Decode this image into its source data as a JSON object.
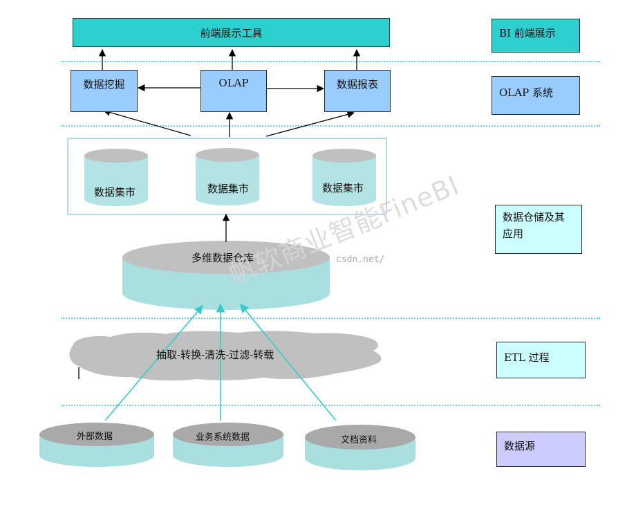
{
  "top_box": "前端展示工具",
  "olap_layer": {
    "left": "数据挖掘",
    "center": "OLAP",
    "right": "数据报表"
  },
  "data_marts": [
    "数据集市",
    "数据集市",
    "数据集市"
  ],
  "warehouse": "多维数据仓库",
  "etl": "抽取-转换-清洗-过滤-转载",
  "sources": [
    "外部数据",
    "业务系统数据",
    "文档资料"
  ],
  "side_labels": {
    "bi": "BI 前端展示",
    "olap": "OLAP 系统",
    "warehouse": "数据仓储及其应用",
    "etl": "ETL 过程",
    "source": "数据源"
  },
  "watermark": "帆软商业智能FineBI",
  "watermark_url": "csdn.net/",
  "colors": {
    "teal": "#2ecfcf",
    "light_blue": "#99ccff",
    "cylinder_body": "#aadfe0",
    "cylinder_top": "#c0c0c0",
    "side_cyan": "#ccffff",
    "side_purple": "#ccccff",
    "arrow_teal": "#33cccc"
  }
}
